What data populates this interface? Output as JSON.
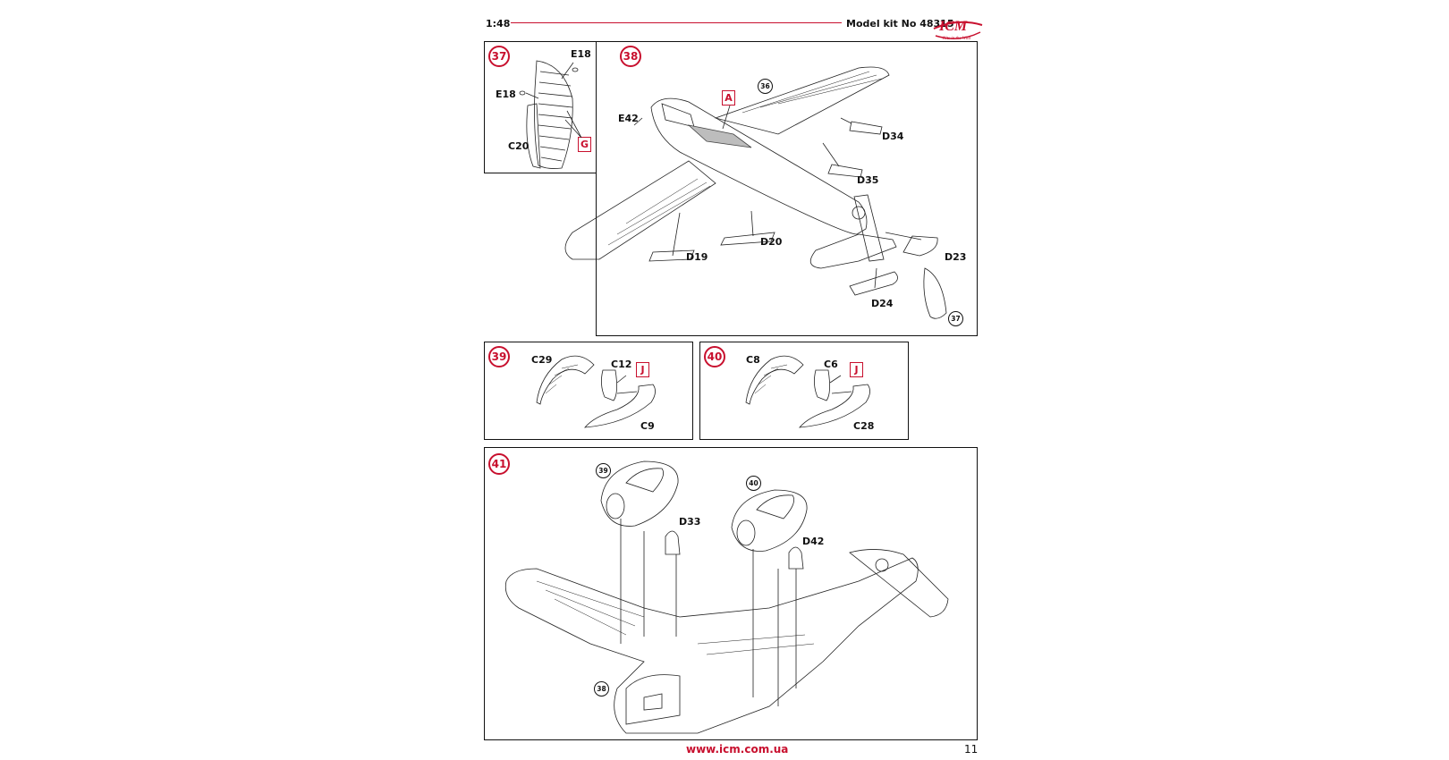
{
  "header": {
    "scale": "1:48",
    "kit": "Model kit No 48315",
    "logo_text": "ICM",
    "logo_tagline": "Kits in the Wild"
  },
  "footer": {
    "url": "www.icm.com.ua",
    "page": "11"
  },
  "colors": {
    "accent": "#c8102e",
    "line": "#111111"
  },
  "steps": [
    {
      "id": "37",
      "parts": [
        "E18",
        "E18",
        "C20"
      ],
      "marker": "G"
    },
    {
      "id": "38",
      "parts": [
        "E42",
        "D34",
        "D35",
        "D19",
        "D20",
        "D23",
        "D24"
      ],
      "marker": "A",
      "refs": [
        "36",
        "37"
      ]
    },
    {
      "id": "39",
      "parts": [
        "C29",
        "C12",
        "C9"
      ],
      "marker": "J"
    },
    {
      "id": "40",
      "parts": [
        "C8",
        "C6",
        "C28"
      ],
      "marker": "J"
    },
    {
      "id": "41",
      "parts": [
        "D33",
        "D42"
      ],
      "refs": [
        "39",
        "40",
        "38"
      ]
    }
  ]
}
